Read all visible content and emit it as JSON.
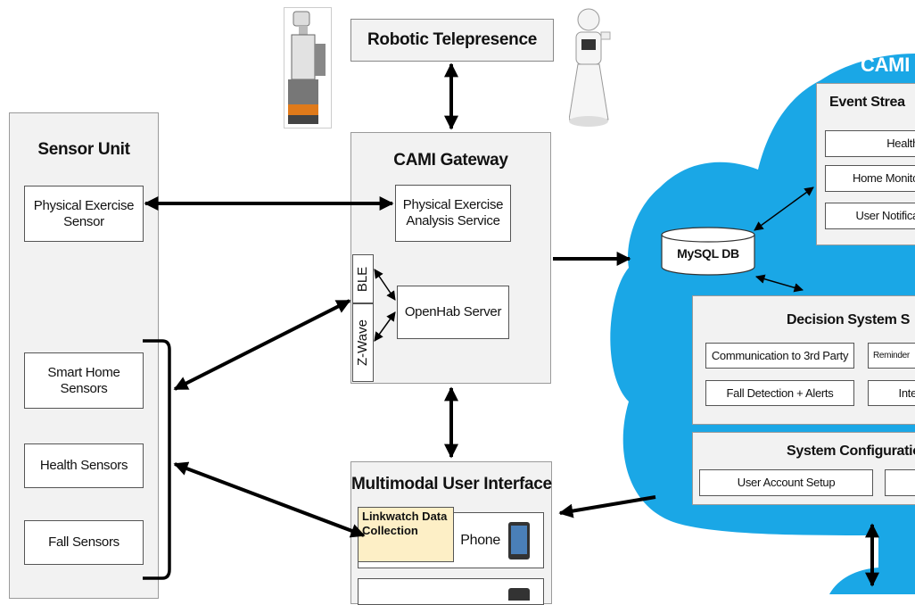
{
  "robotic_telepresence": {
    "title": "Robotic Telepresence"
  },
  "sensor_unit": {
    "title": "Sensor Unit",
    "items": [
      "Physical Exercise Sensor",
      "Smart Home Sensors",
      "Health Sensors",
      "Fall Sensors"
    ]
  },
  "gateway": {
    "title": "CAMI Gateway",
    "exercise_service": "Physical Exercise Analysis Service",
    "openhab": "OpenHab Server",
    "ble": "BLE",
    "zwave": "Z-Wave"
  },
  "ui": {
    "title": "Multimodal User Interface",
    "linkwatch": "Linkwatch Data Collection",
    "phone": "Phone"
  },
  "cloud": {
    "title": "CAMI",
    "mysql": "MySQL DB",
    "event_stream": {
      "title": "Event Strea",
      "items": [
        "Health",
        "Home Monito",
        "User Notifica"
      ]
    },
    "decision": {
      "title": "Decision System S",
      "items": [
        "Communication to 3rd Party",
        "Reminder",
        "Fall Detection + Alerts",
        "Inte"
      ]
    },
    "config": {
      "title": "System Configuratio",
      "items": [
        "User Account Setup"
      ]
    }
  },
  "colors": {
    "cloud": "#1aa7e6",
    "panel": "#f2f2f2",
    "linkwatch": "#fdefc6",
    "arrow": "#000000"
  }
}
